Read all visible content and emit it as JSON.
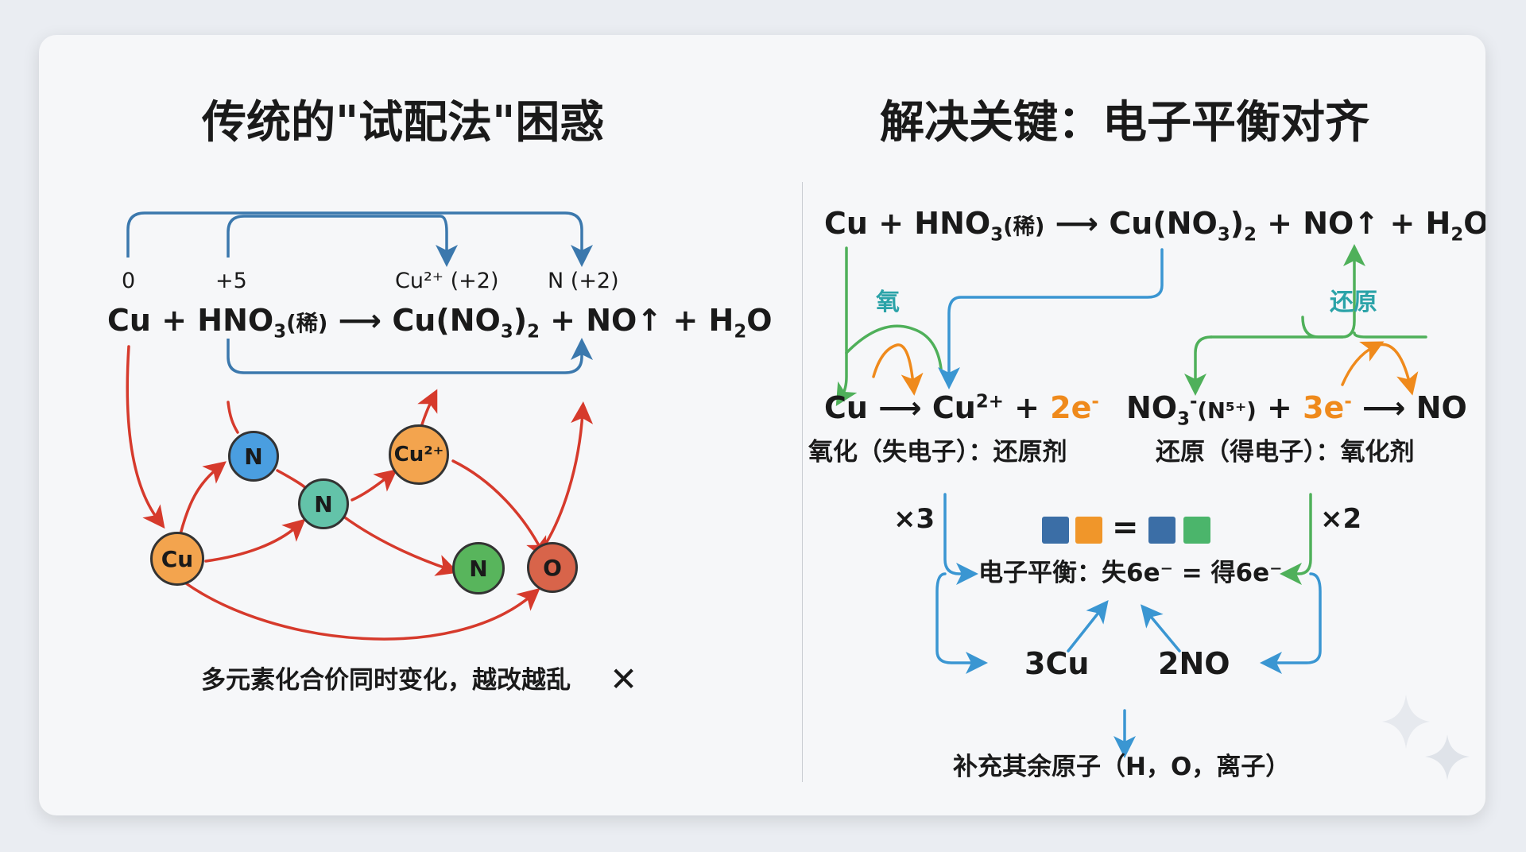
{
  "left": {
    "title": "传统的\"试配法\"困惑",
    "ox": {
      "cu": "0",
      "n_hno3": "+5",
      "cu2": "Cu²⁺ (+2)",
      "n_no": "N (+2)"
    },
    "eq": {
      "cu": "Cu",
      "plus1": "+",
      "hno": "HNO",
      "three": "3",
      "dilute": "(稀)",
      "arrow": "⟶",
      "cuno": "Cu(NO",
      "cuno3": "3",
      "cuno_close": ")",
      "two": "2",
      "plus2": "+",
      "no": "NO↑",
      "plus3": "+",
      "h": "H",
      "h2": "2",
      "o": "O"
    },
    "nodes": {
      "cu": "Cu",
      "n1": "N",
      "n2": "N",
      "cu2": "Cu²⁺",
      "n3": "N",
      "o": "O"
    },
    "caption": "多元素化合价同时变化，越改越乱",
    "cross": "✕"
  },
  "right": {
    "title": "解决关键：电子平衡对齐",
    "eq": {
      "cu": "Cu",
      "plus1": "+",
      "hno": "HNO",
      "three": "3",
      "dilute": "(稀)",
      "arrow": "⟶",
      "cuno": "Cu(NO",
      "cuno3": "3",
      "cuno_close": ")",
      "two": "2",
      "plus2": "+",
      "no": "NO↑",
      "plus3": "+",
      "h": "H",
      "h2": "2",
      "o": "O"
    },
    "oxidation_tag": "氧",
    "reduction_tag": "还原",
    "half_ox": {
      "cu": "Cu",
      "arrow": "⟶",
      "cu2": "Cu",
      "cu2sup": "2+",
      "plus": "+",
      "e": "2e",
      "esup": "-"
    },
    "half_red": {
      "no": "NO",
      "three": "3",
      "minus": "-",
      "ox": "(N⁵⁺)",
      "plus": "+",
      "e": "3e",
      "esup": "-",
      "arrow": "⟶",
      "prod": "NO"
    },
    "ox_label": "氧化（失电子）：还原剂",
    "red_label": "还原（得电子）：氧化剂",
    "mult_left": "×3",
    "mult_right": "×2",
    "equals": "=",
    "balance": "电子平衡：失6e⁻ = 得6e⁻",
    "coef_cu": "3Cu",
    "coef_no": "2NO",
    "final": "补充其余原子（H，O，离子）"
  },
  "colors": {
    "blue": "#3b78ad",
    "red": "#d63a2c",
    "green": "#4fb05a",
    "orange": "#ef8a1c",
    "sky": "#3a96d2",
    "teal": "#2ba3a8",
    "node_blue": "#4a9ee0",
    "node_teal": "#63c3a9",
    "node_orange": "#f3a44e",
    "node_green": "#58b55c",
    "node_red": "#d8644a",
    "sq_blue": "#3b6ea6",
    "sq_orange": "#f0962a",
    "sq_green": "#4bb56b"
  }
}
